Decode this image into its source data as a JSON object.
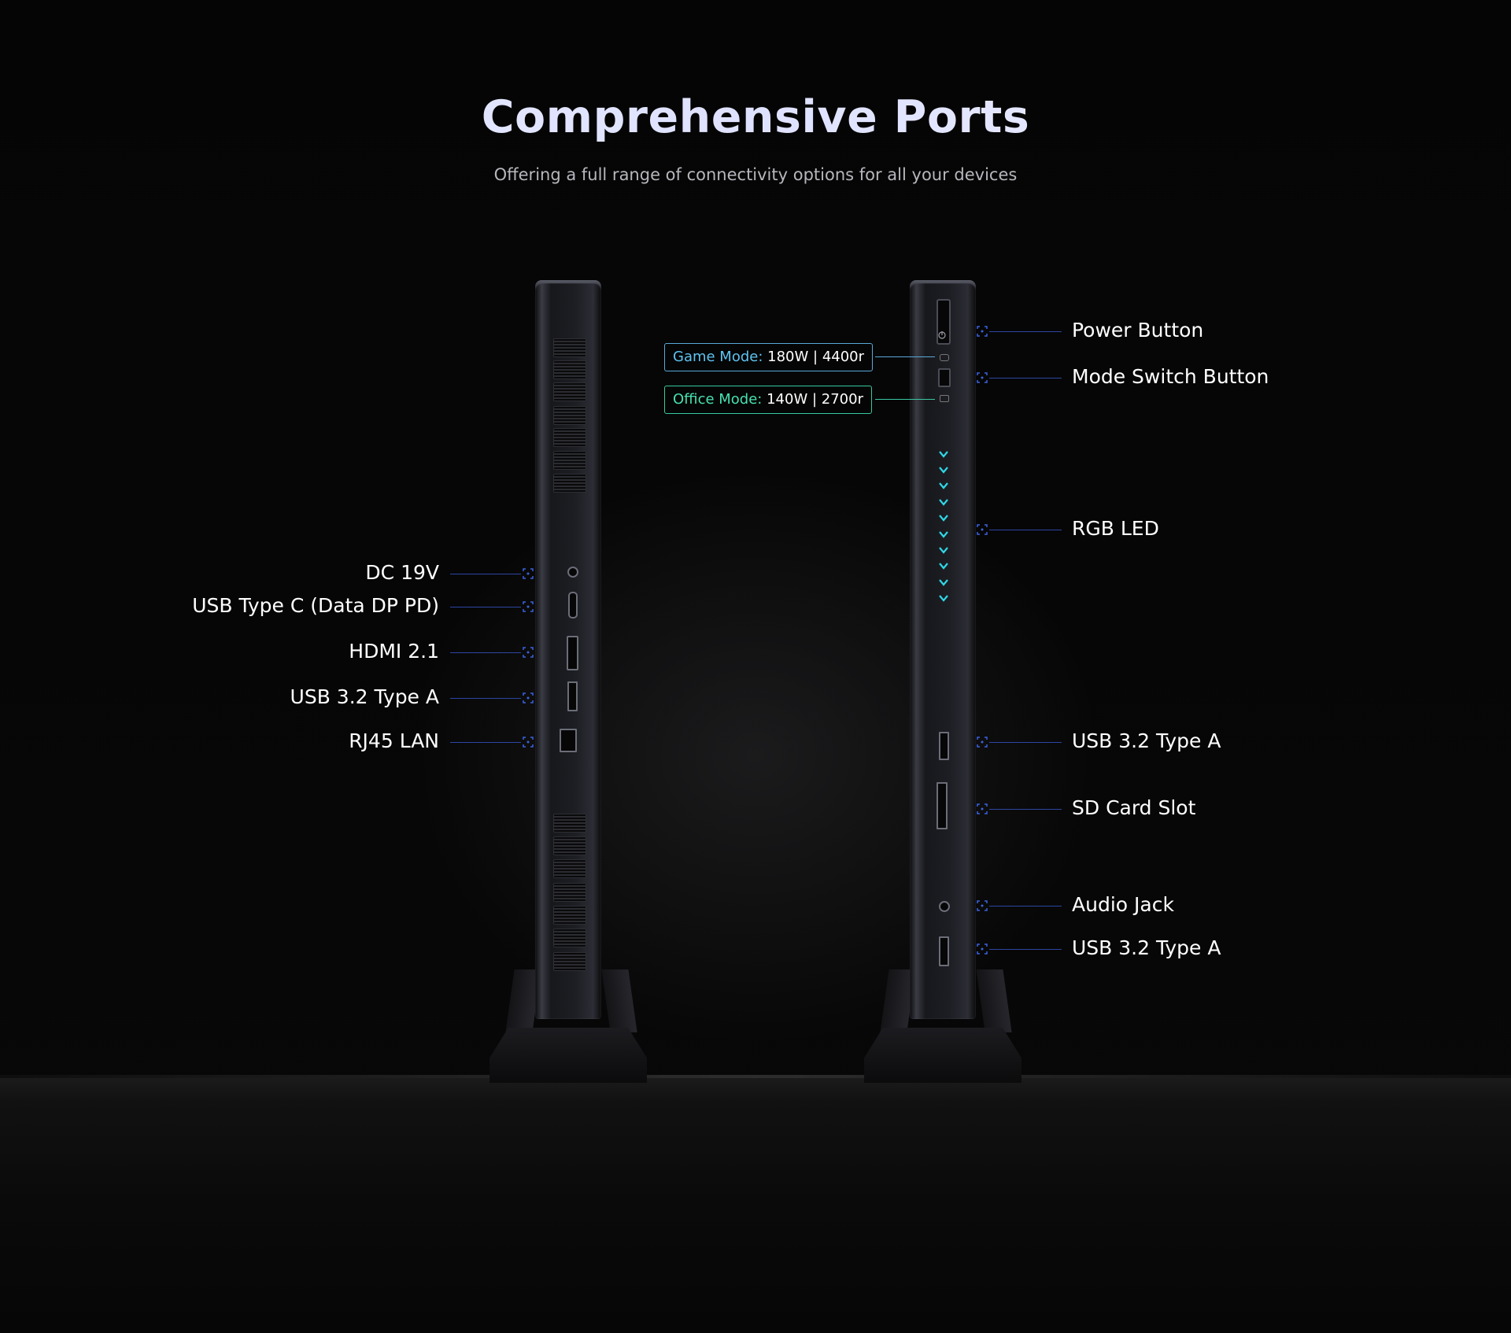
{
  "header": {
    "title": "Comprehensive Ports",
    "subtitle": "Offering a full range of connectivity options for all your devices"
  },
  "left_ports": [
    {
      "label": "DC 19V",
      "icon": "dc-power-port-icon"
    },
    {
      "label": "USB Type C (Data DP PD)",
      "icon": "usb-c-port-icon"
    },
    {
      "label": "HDMI 2.1",
      "icon": "hdmi-port-icon"
    },
    {
      "label": "USB 3.2 Type A",
      "icon": "usb-a-port-icon"
    },
    {
      "label": "RJ45 LAN",
      "icon": "rj45-port-icon"
    }
  ],
  "right_ports": [
    {
      "label": "Power Button",
      "icon": "power-icon"
    },
    {
      "label": "Mode Switch Button",
      "icon": "mode-switch-icon"
    },
    {
      "label": "RGB LED",
      "icon": "rgb-led-chevron-icon"
    },
    {
      "label": "USB 3.2 Type A",
      "icon": "usb-a-port-icon"
    },
    {
      "label": "SD Card Slot",
      "icon": "sd-card-icon"
    },
    {
      "label": "Audio Jack",
      "icon": "audio-jack-icon"
    },
    {
      "label": "USB 3.2 Type A",
      "icon": "usb-a-port-icon"
    }
  ],
  "modes": {
    "game": {
      "name": "Game Mode:",
      "value": "180W | 4400r"
    },
    "office": {
      "name": "Office Mode:",
      "value": "140W | 2700r"
    }
  },
  "colors": {
    "callout_line": "#2c46a3",
    "game_mode": "#5ec2f0",
    "office_mode": "#47e0b0",
    "rgb_led": "#2fd8e8"
  }
}
